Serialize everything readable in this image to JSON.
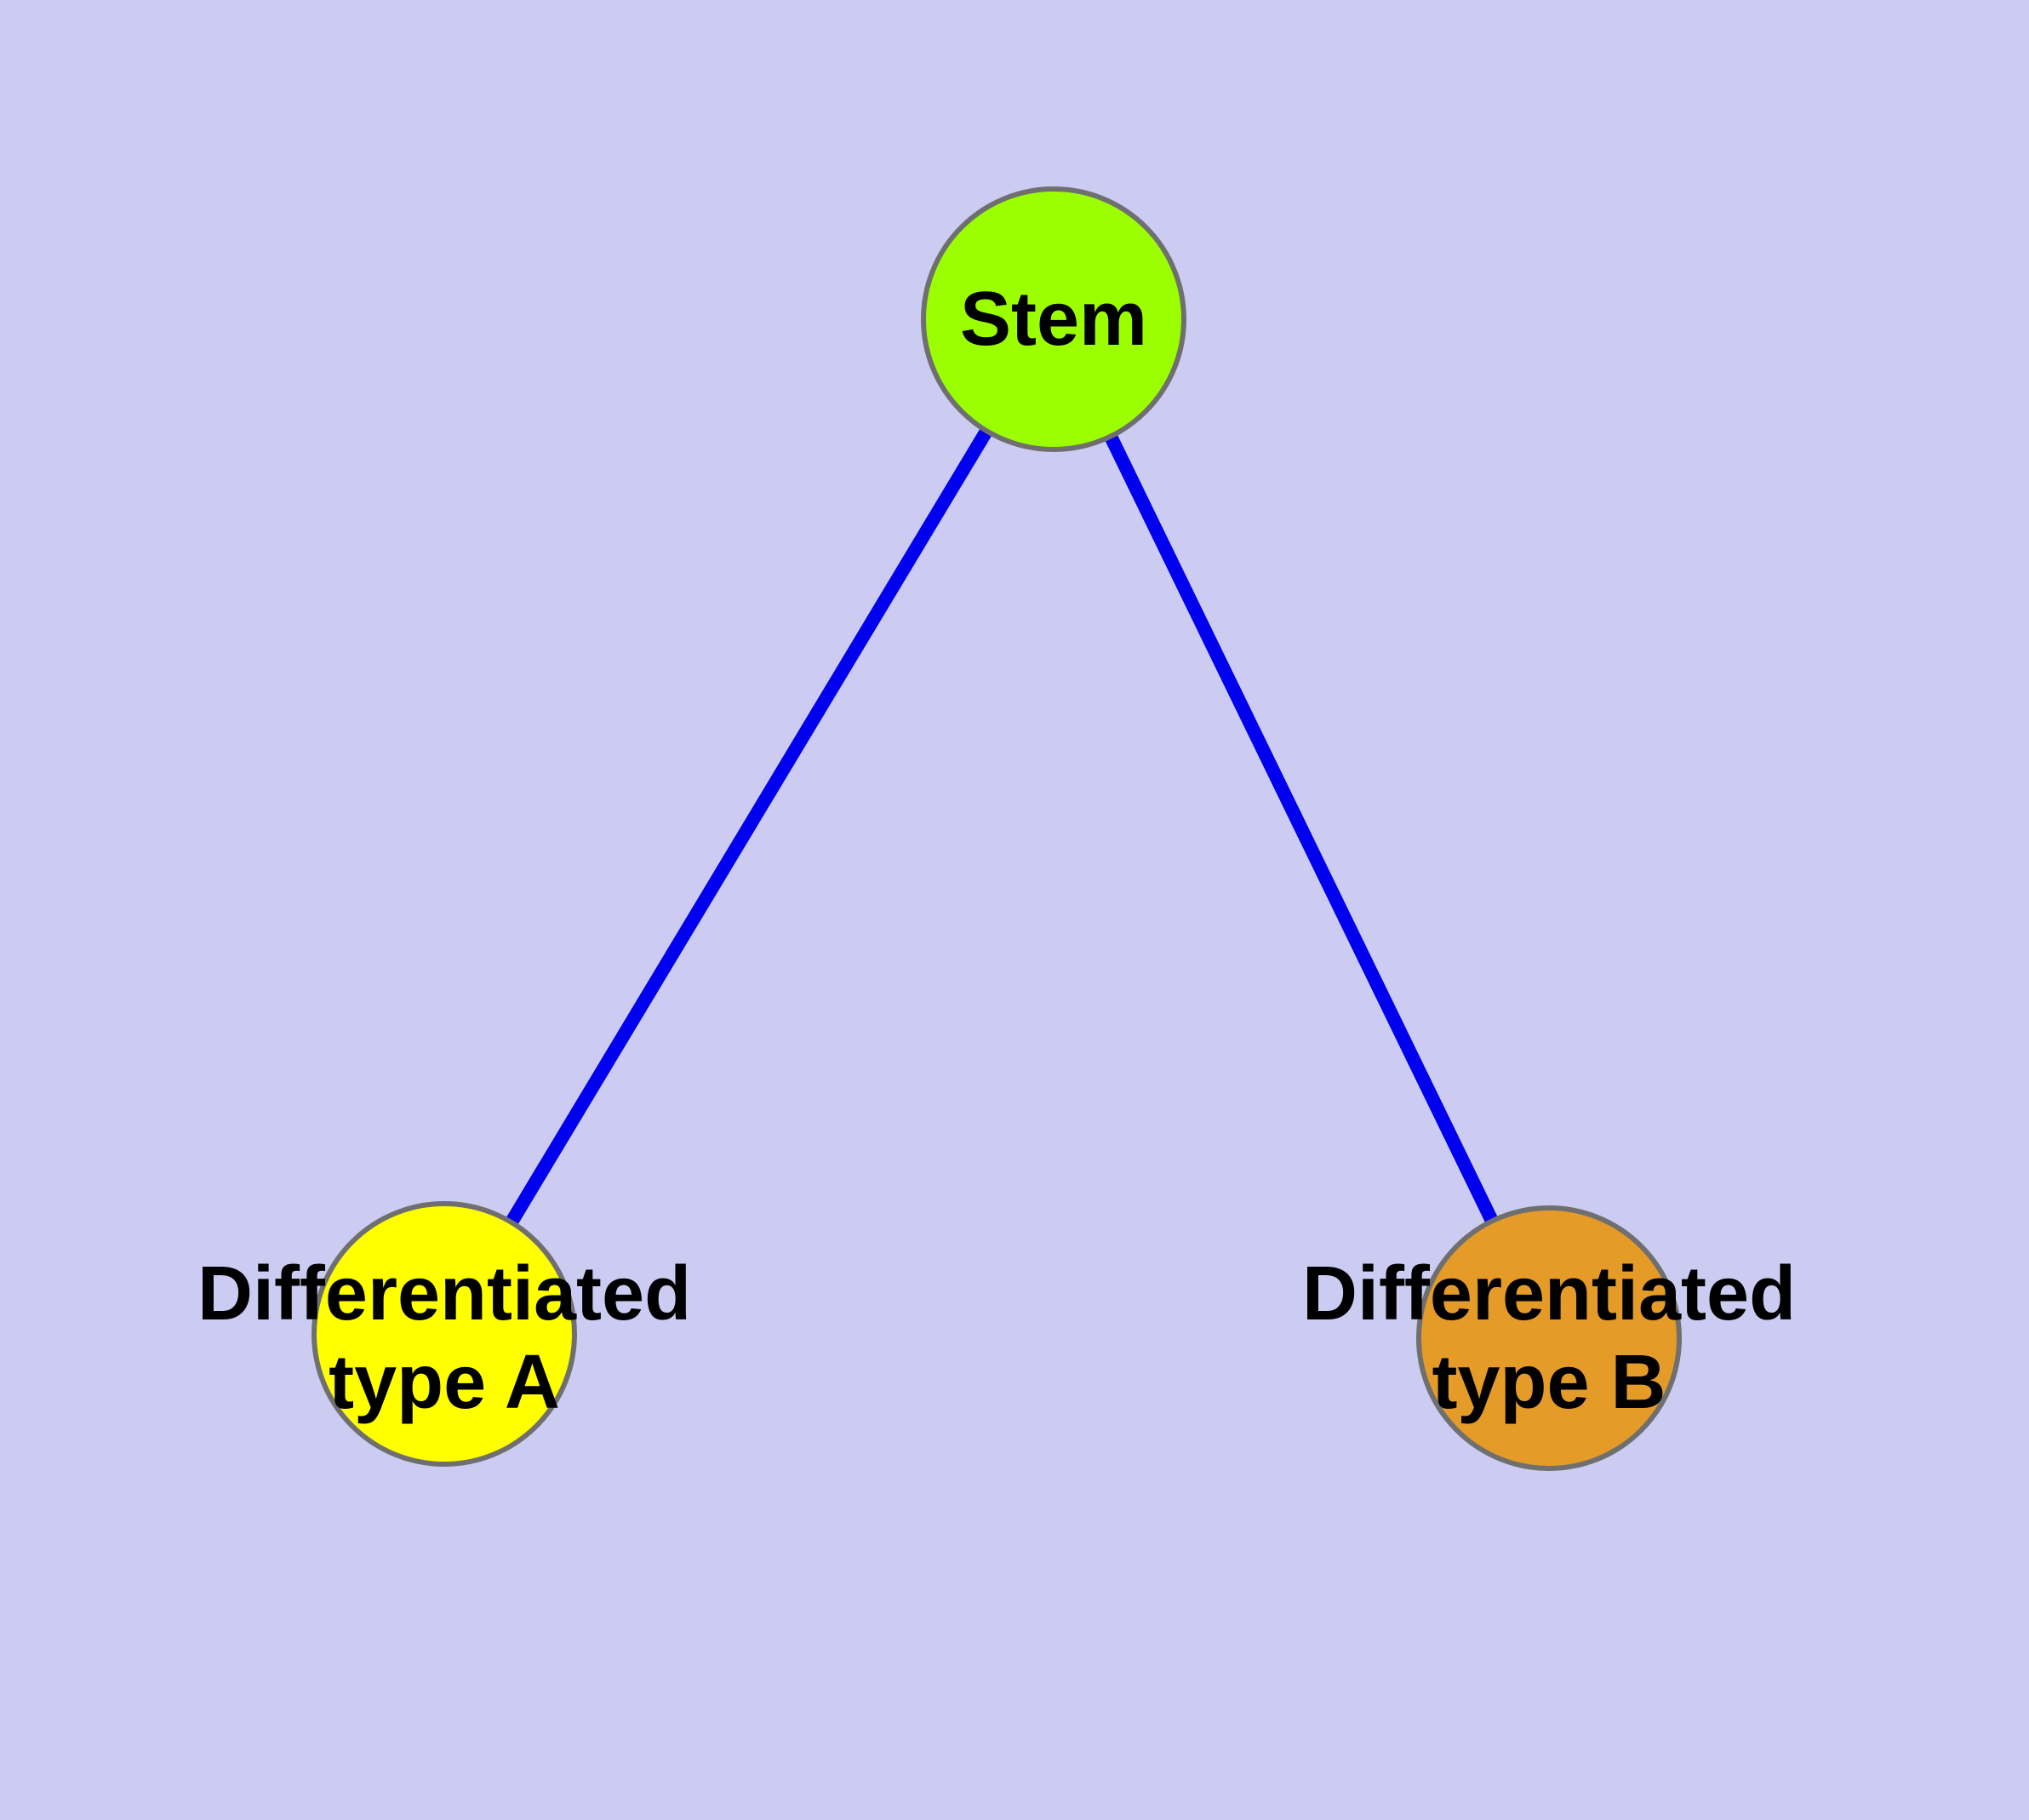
{
  "diagram": {
    "type": "node-link-graph",
    "background_color": "#ccccf3",
    "edge_color": "#0000ee",
    "node_border_color": "#6f6f6f",
    "label_color": "#000000",
    "nodes": [
      {
        "id": "stem",
        "label_lines": [
          "Stem"
        ],
        "color": "#9bff00"
      },
      {
        "id": "type_a",
        "label_lines": [
          "Differentiated",
          "type A"
        ],
        "color": "#ffff00"
      },
      {
        "id": "type_b",
        "label_lines": [
          "Differentiated",
          "type B"
        ],
        "color": "#e59b28"
      }
    ],
    "edges": [
      {
        "from": "Stem",
        "to": "Differentiated type A"
      },
      {
        "from": "Stem",
        "to": "Differentiated type B"
      }
    ]
  }
}
